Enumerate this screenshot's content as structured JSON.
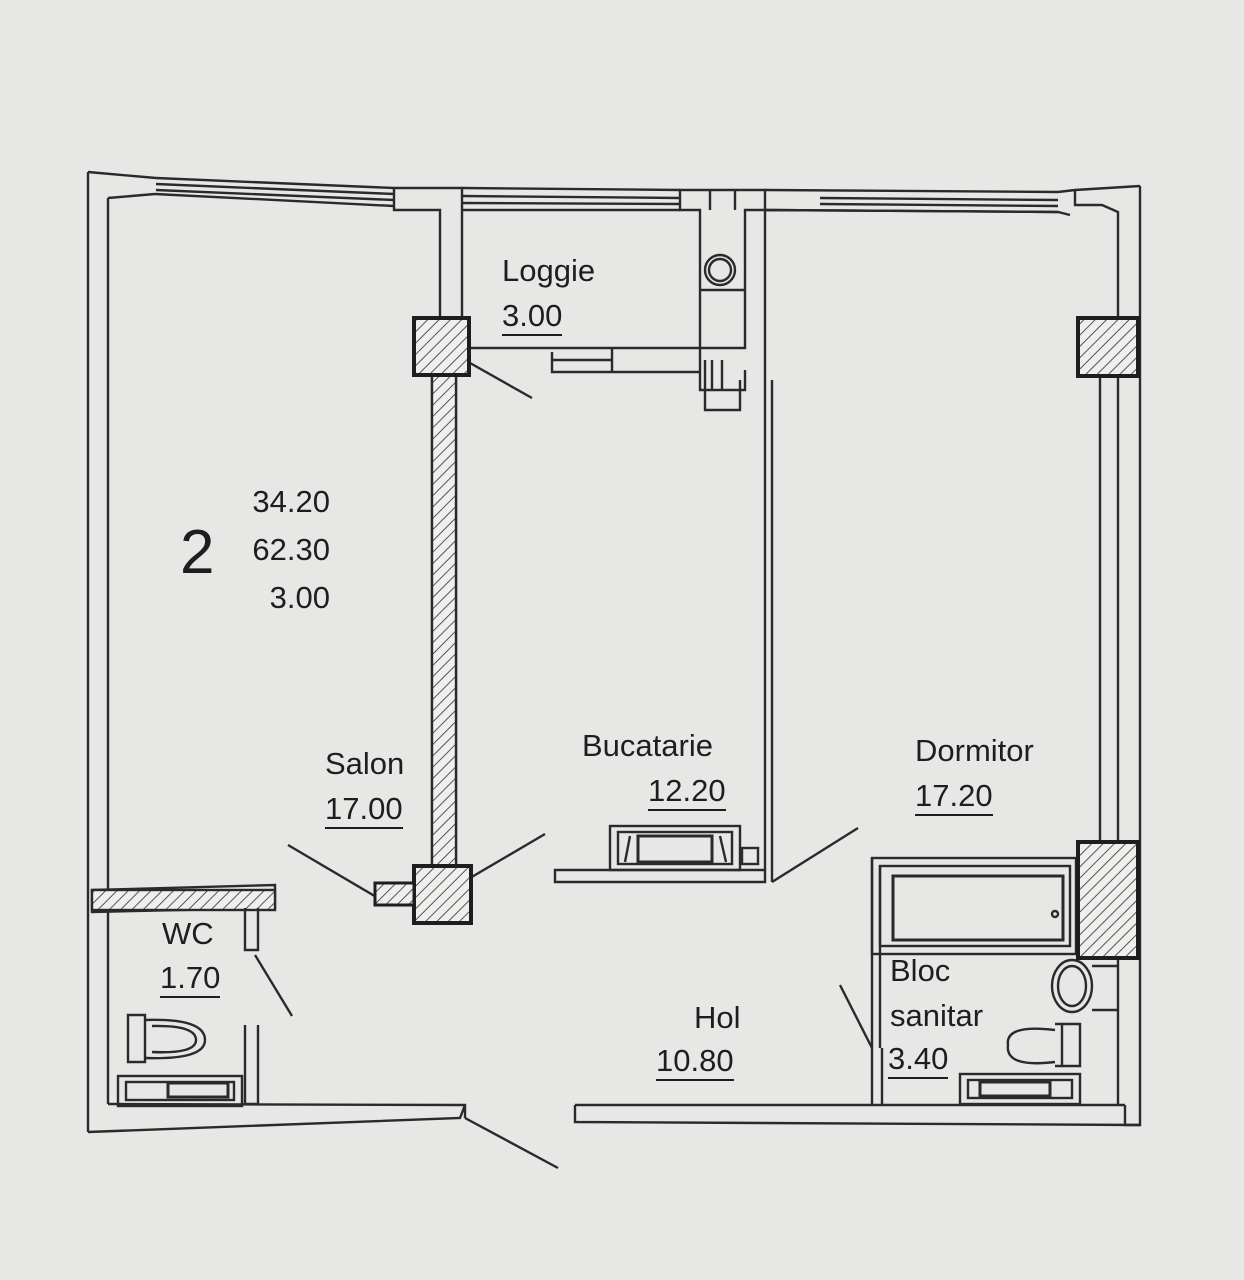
{
  "apartment": {
    "rooms": "2",
    "living_area": "34.20",
    "total_area": "62.30",
    "loggia_area": "3.00"
  },
  "rooms": [
    {
      "name": "Loggie",
      "area": "3.00"
    },
    {
      "name": "Salon",
      "area": "17.00"
    },
    {
      "name": "Bucatarie",
      "area": "12.20"
    },
    {
      "name": "Dormitor",
      "area": "17.20"
    },
    {
      "name": "WC",
      "area": "1.70"
    },
    {
      "name": "Hol",
      "area": "10.80"
    },
    {
      "name": "Bloc sanitar",
      "area": "3.40",
      "name_line1": "Bloc",
      "name_line2": "sanitar"
    }
  ],
  "colors": {
    "background": "#e7e7e5",
    "wall_line": "#2a2a2a",
    "hatch": "#555555",
    "text": "#1e1e1e"
  }
}
